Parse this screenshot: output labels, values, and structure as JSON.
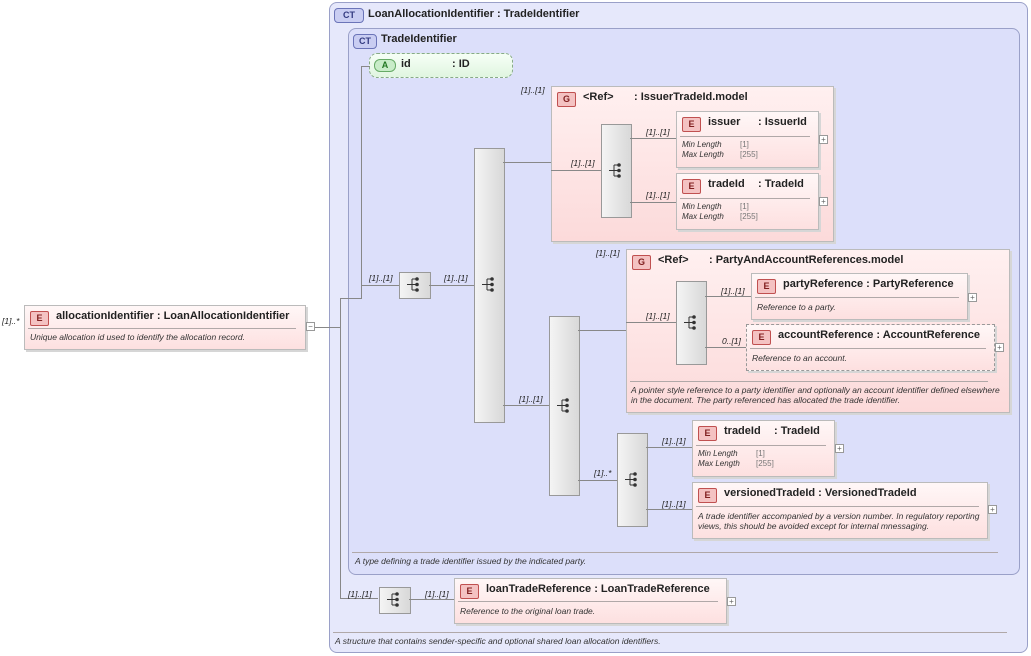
{
  "root": {
    "cardinality": "[1]..*",
    "name": "allocationIdentifier : LoanAllocationIdentifier",
    "doc": "Unique allocation id used to identify the allocation record.",
    "badge": "E"
  },
  "outer_ct": {
    "badge": "CT",
    "title": "LoanAllocationIdentifier : TradeIdentifier",
    "doc": "A structure that contains sender-specific and optional shared loan allocation identifiers."
  },
  "inner_ct": {
    "badge": "CT",
    "title": "TradeIdentifier",
    "doc": "A type defining a trade identifier issued by the indicated party."
  },
  "attr": {
    "badge": "A",
    "name": "id",
    "type": ": ID"
  },
  "group1": {
    "badge": "G",
    "cardinality": "[1]..[1]",
    "name": "<Ref>",
    "type": ": IssuerTradeId.model",
    "seq_card": "[1]..[1]",
    "elements": [
      {
        "badge": "E",
        "card": "[1]..[1]",
        "name": "issuer",
        "type": ": IssuerId",
        "facets": [
          {
            "k": "Min Length",
            "v": "[1]"
          },
          {
            "k": "Max Length",
            "v": "[255]"
          }
        ]
      },
      {
        "badge": "E",
        "card": "[1]..[1]",
        "name": "tradeId",
        "type": ": TradeId",
        "facets": [
          {
            "k": "Min Length",
            "v": "[1]"
          },
          {
            "k": "Max Length",
            "v": "[255]"
          }
        ]
      }
    ]
  },
  "group2": {
    "badge": "G",
    "cardinality": "[1]..[1]",
    "name": "<Ref>",
    "type": ": PartyAndAccountReferences.model",
    "seq_card": "[1]..[1]",
    "doc": "A pointer style reference to a party identifier and optionally an account identifier defined elsewhere in the document. The party referenced has allocated the trade identifier.",
    "elements": [
      {
        "badge": "E",
        "card": "[1]..[1]",
        "name": "partyReference : PartyReference",
        "doc": "Reference to a party."
      },
      {
        "badge": "E",
        "card": "0..[1]",
        "name": "accountReference : AccountReference",
        "doc": "Reference to an account."
      }
    ]
  },
  "choice_seq": {
    "card_outer": "[1]..[1]",
    "card_main": "[1]..[1]",
    "card_lower": "[1]..[1]",
    "card_rep": "[1]..*"
  },
  "trade_el": {
    "badge": "E",
    "card": "[1]..[1]",
    "name": "tradeId",
    "type": ": TradeId",
    "facets": [
      {
        "k": "Min Length",
        "v": "[1]"
      },
      {
        "k": "Max Length",
        "v": "[255]"
      }
    ]
  },
  "versioned_el": {
    "badge": "E",
    "card": "[1]..[1]",
    "name": "versionedTradeId : VersionedTradeId",
    "doc": "A trade identifier accompanied by a version number. In regulatory reporting views, this should be avoided except for internal mnessaging."
  },
  "loan_seq": {
    "card": "[1]..[1]"
  },
  "loan_el": {
    "badge": "E",
    "card": "[1]..[1]",
    "name": "loanTradeReference : LoanTradeReference",
    "doc": "Reference to the original loan trade."
  },
  "icons": {
    "sequence": "sequence-icon",
    "expand": "expand-icon",
    "collapse": "collapse-icon"
  },
  "expander_plus": "+",
  "expander_minus": "−"
}
